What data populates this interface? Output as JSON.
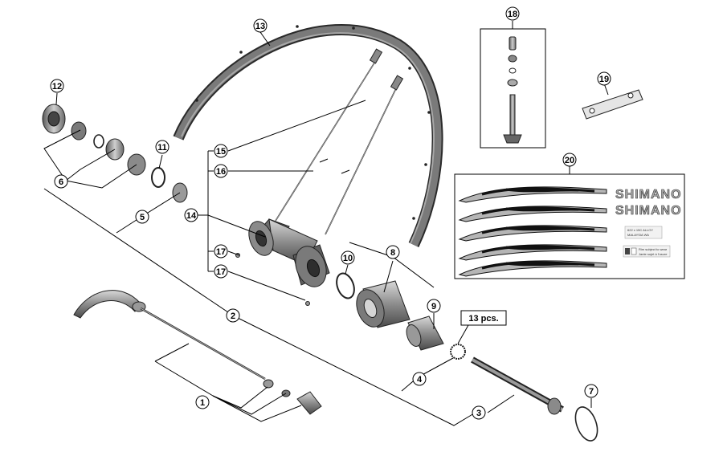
{
  "callouts": {
    "c1": "1",
    "c2": "2",
    "c3": "3",
    "c4": "4",
    "c5": "5",
    "c6": "6",
    "c7": "7",
    "c8": "8",
    "c9": "9",
    "c10": "10",
    "c11": "11",
    "c12": "12",
    "c13": "13",
    "c14": "14",
    "c15": "15",
    "c16": "16",
    "c17a": "17",
    "c17b": "17",
    "c18": "18",
    "c19": "19",
    "c20": "20"
  },
  "quantity_label": "13 pcs.",
  "decal_box": {
    "brand_1": "SHIMANO",
    "brand_2": "SHIMANO",
    "sticker_line_1": "622 x 15C ALLOY",
    "sticker_line_2": "MALAYSIA WA",
    "warning_line_1": "Rim subject to wear",
    "warning_line_2": "Jante sujet à l'usure"
  },
  "colors": {
    "part_dark": "#555555",
    "part_mid": "#8a8a8a",
    "part_light": "#c8c8c8",
    "rim": "#6e6e6e",
    "decal_black": "#111111",
    "decal_gray": "#b5b5b5"
  }
}
